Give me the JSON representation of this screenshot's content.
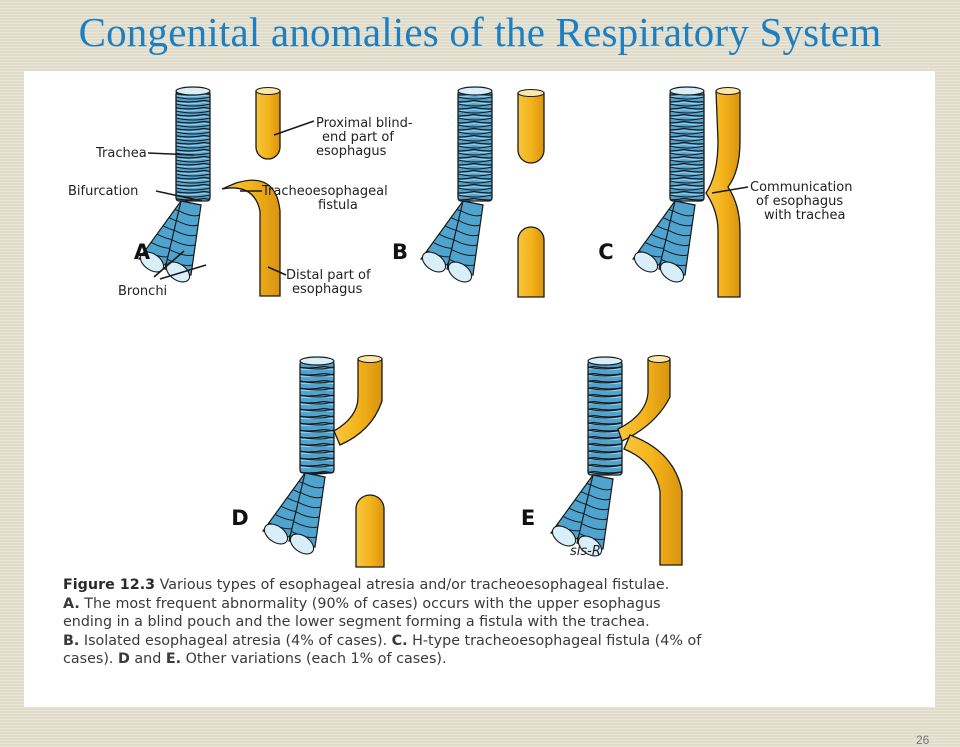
{
  "slide": {
    "title": "Congenital anomalies of the Respiratory System",
    "page_number": "26"
  },
  "figure": {
    "labels": {
      "trachea": "Trachea",
      "bifurcation": "Bifurcation",
      "bronchi": "Bronchi",
      "proximal_1": "Proximal blind-",
      "proximal_2": "end part of",
      "proximal_3": "esophagus",
      "te_fistula_1": "Tracheoesophageal",
      "te_fistula_2": "fistula",
      "distal_1": "Distal part of",
      "distal_2": "esophagus",
      "communication_1": "Communication",
      "communication_2": "of esophagus",
      "communication_3": "with trachea",
      "signature": "sls-R"
    },
    "panels": [
      "A",
      "B",
      "C",
      "D",
      "E"
    ],
    "colors": {
      "trachea": "#4fa3cf",
      "esophagus": "#f4b41a",
      "outline": "#1a1a1a"
    }
  },
  "caption": {
    "figure_label": "Figure 12.3",
    "line1_rest": " Various types of esophageal atresia and/or tracheoesophageal fistulae.",
    "line2_bold": "A.",
    "line2_rest": " The most frequent abnormality (90% of cases) occurs with the upper esophagus",
    "line3": "ending in a blind pouch and the lower segment forming a fistula with the trachea.",
    "line4_b": "B.",
    "line4_rest1": " Isolated esophageal atresia (4% of cases). ",
    "line4_c": "C.",
    "line4_rest2": " H-type tracheoesophageal fistula (4% of",
    "line5_rest1": "cases). ",
    "line5_d": "D",
    "line5_and": " and ",
    "line5_e": "E.",
    "line5_rest2": " Other variations (each 1% of cases)."
  }
}
